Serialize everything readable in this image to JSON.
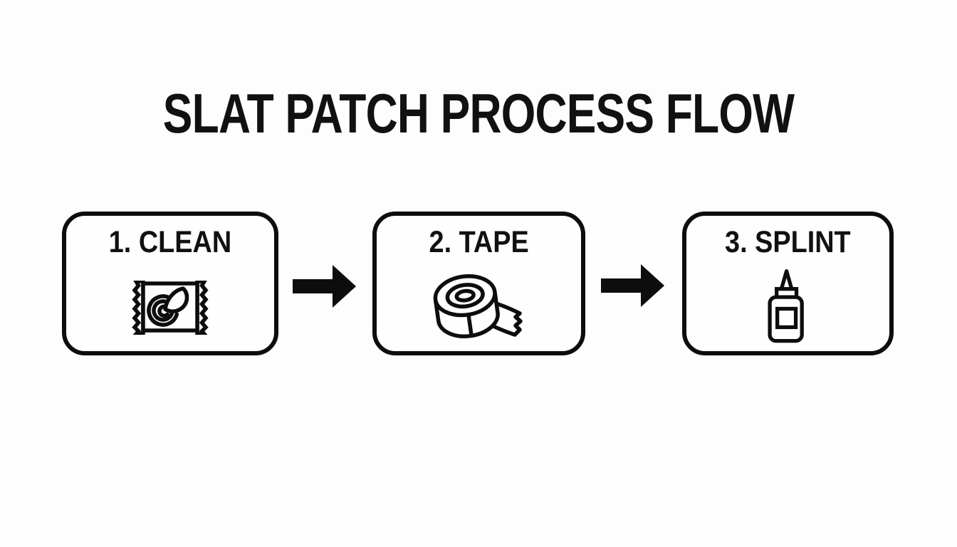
{
  "page": {
    "title": "SLAT PATCH PROCESS FLOW",
    "background_color": "#fdfdfd",
    "ink_color": "#0d0d0d"
  },
  "flow": {
    "steps": [
      {
        "label": "1. CLEAN",
        "icon": "wipe-packet-icon"
      },
      {
        "label": "2. TAPE",
        "icon": "tape-roll-icon"
      },
      {
        "label": "3. SPLINT",
        "icon": "glue-bottle-icon"
      }
    ],
    "connector_icon": "arrow-right-icon"
  }
}
